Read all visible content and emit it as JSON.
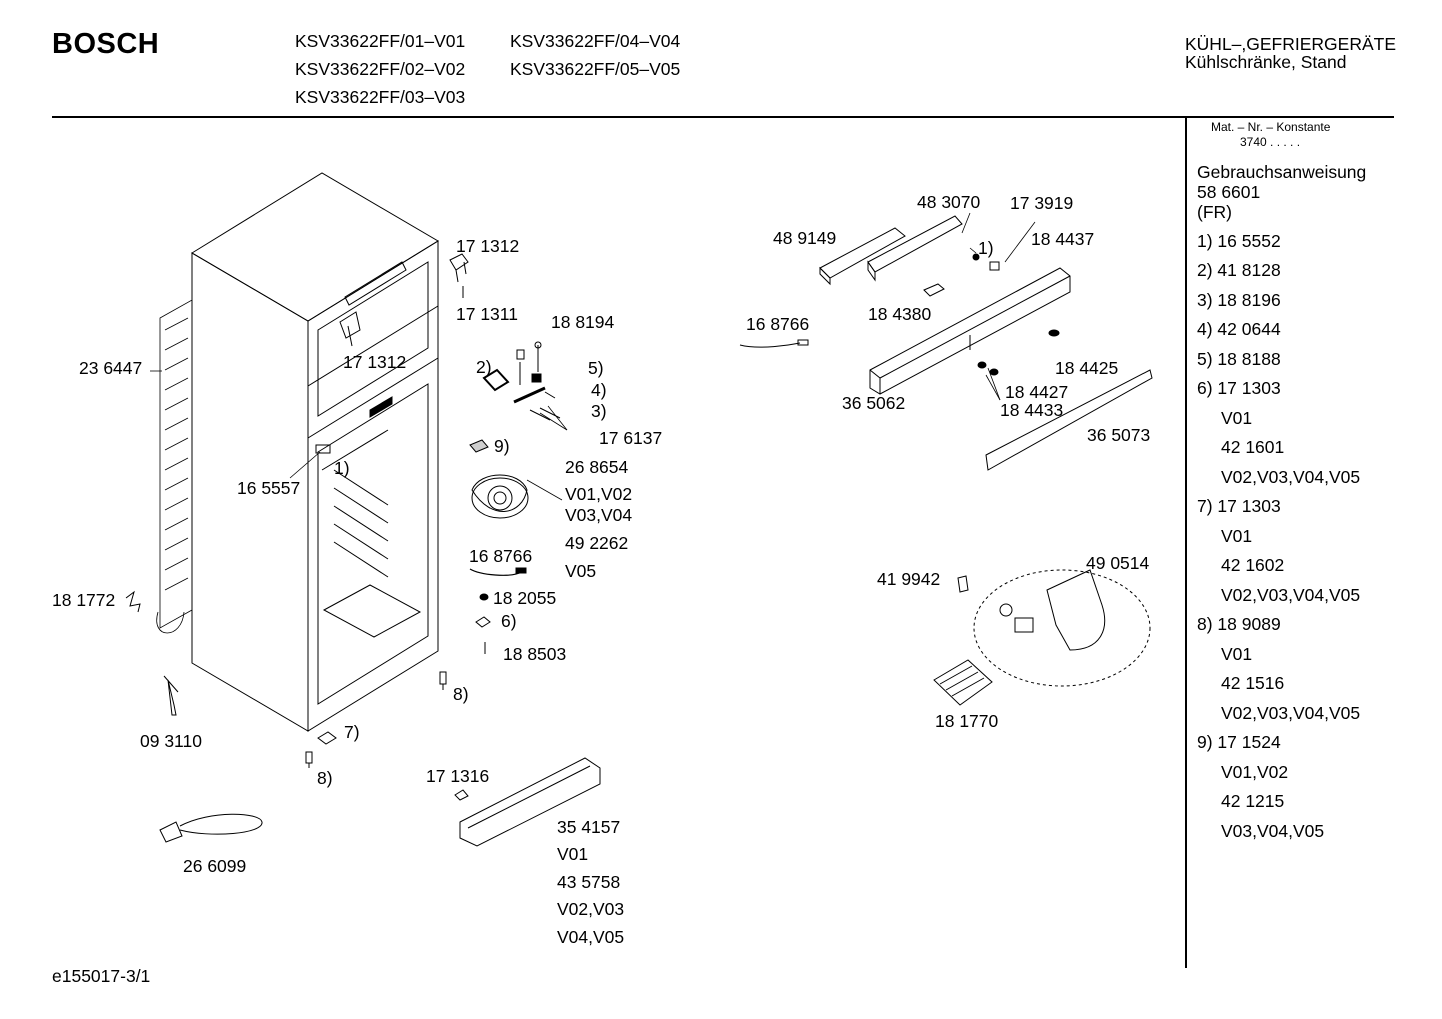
{
  "header": {
    "brand": "BOSCH",
    "models": [
      "KSV33622FF/01–V01",
      "KSV33622FF/02–V02",
      "KSV33622FF/03–V03",
      "KSV33622FF/04–V04",
      "KSV33622FF/05–V05"
    ],
    "category_line1": "KÜHL–,GEFRIERGERÄTE",
    "category_line2": "Kühlschränke, Stand"
  },
  "sidebar": {
    "mat_label": "Mat. – Nr. – Konstante",
    "mat_value": "3740  .  .  .  .  .",
    "manual_title": "Gebrauchsanweisung",
    "manual_number": "58 6601",
    "manual_lang": "(FR)",
    "items": [
      "1) 16 5552",
      "2) 41 8128",
      "3) 18 8196",
      "4) 42 0644",
      "5) 18 8188",
      "6) 17 1303",
      "V01",
      "42 1601",
      "V02,V03,V04,V05",
      "7) 17 1303",
      "V01",
      "42 1602",
      "V02,V03,V04,V05",
      "8) 18 9089",
      "V01",
      "42 1516",
      "V02,V03,V04,V05",
      "9) 17 1524",
      "V01,V02",
      "42 1215",
      "V03,V04,V05"
    ]
  },
  "parts": [
    "17 1312",
    "17 1311",
    "17 1312",
    "23 6447",
    "16 5557",
    "1)",
    "18 1772",
    "09 3110",
    "8)",
    "7)",
    "8)",
    "26 6099",
    "18 8194",
    "2)",
    "5)",
    "4)",
    "3)",
    "17 6137",
    "9)",
    "26 8654",
    "V01,V02",
    "V03,V04",
    "49 2262",
    "V05",
    "16 8766",
    "18 2055",
    "6)",
    "18 8503",
    "17 1316",
    "35 4157",
    "V01",
    "43 5758",
    "V02,V03",
    "V04,V05",
    "48 3070",
    "17 3919",
    "48 9149",
    "1)",
    "18 4437",
    "16 8766",
    "18 4380",
    "18 4425",
    "18 4427",
    "36 5062",
    "18 4433",
    "36 5073",
    "41 9942",
    "49 0514",
    "18 1770"
  ],
  "footer": {
    "code": "e155017-3/1"
  }
}
